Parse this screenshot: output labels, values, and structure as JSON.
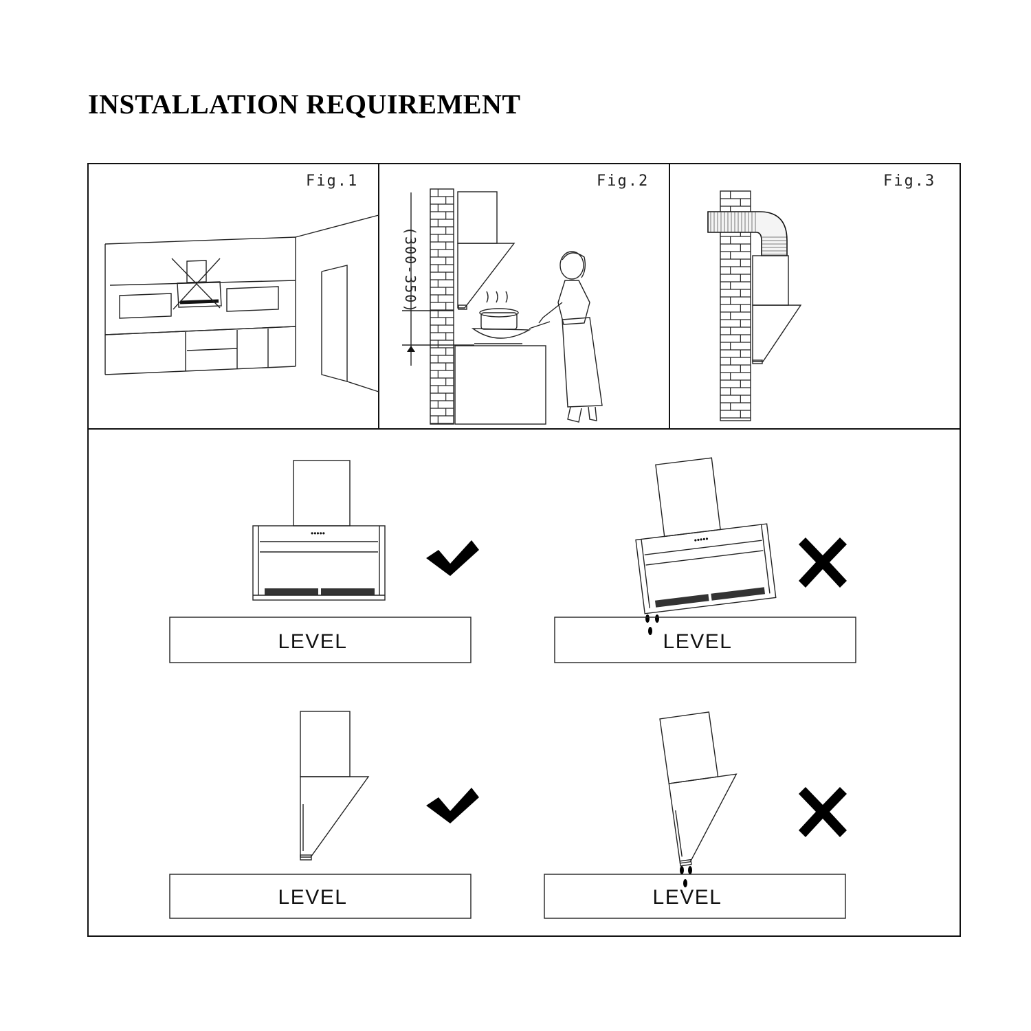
{
  "page": {
    "title": "INSTALLATION REQUIREMENT"
  },
  "figures": [
    {
      "id": "fig1",
      "label": "Fig.1"
    },
    {
      "id": "fig2",
      "label": "Fig.2",
      "dimension_label": "(300-350)"
    },
    {
      "id": "fig3",
      "label": "Fig.3"
    }
  ],
  "level_panels": [
    {
      "label": "LEVEL",
      "status": "correct",
      "mark_icon": "check-mark-icon"
    },
    {
      "label": "LEVEL",
      "status": "incorrect",
      "mark_icon": "cross-mark-icon"
    },
    {
      "label": "LEVEL",
      "status": "correct",
      "mark_icon": "check-mark-icon"
    },
    {
      "label": "LEVEL",
      "status": "incorrect",
      "mark_icon": "cross-mark-icon"
    }
  ]
}
